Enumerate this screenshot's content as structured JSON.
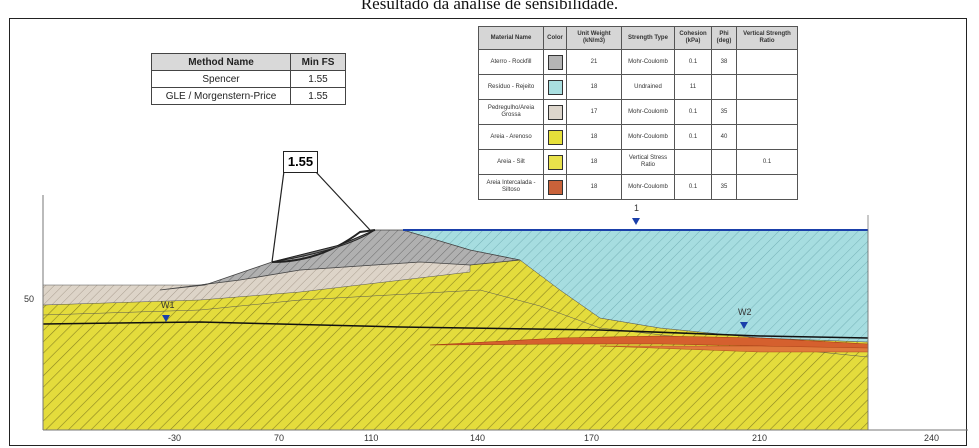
{
  "caption": "Resultado da análise de sensibilidade.",
  "method_table": {
    "headers": [
      "Method Name",
      "Min FS"
    ],
    "rows": [
      [
        "Spencer",
        "1.55"
      ],
      [
        "GLE / Morgenstern-Price",
        "1.55"
      ]
    ]
  },
  "fs_label": "1.55",
  "material_table": {
    "headers": [
      "Material Name",
      "Color",
      "Unit Weight (kN/m3)",
      "Strength Type",
      "Cohesion (kPa)",
      "Phi (deg)",
      "Vertical Strength Ratio"
    ],
    "rows": [
      {
        "name": "Aterro - Rockfill",
        "color": "#b5b5b5",
        "unit_weight": "21",
        "strength": "Mohr-Coulomb",
        "cohesion": "0.1",
        "phi": "38",
        "ratio": ""
      },
      {
        "name": "Resíduo - Rejeito",
        "color": "#a9dfe0",
        "unit_weight": "18",
        "strength": "Undrained",
        "cohesion": "11",
        "phi": "",
        "ratio": ""
      },
      {
        "name": "Pedregulho/Areia Grossa",
        "color": "#ddd6cc",
        "unit_weight": "17",
        "strength": "Mohr-Coulomb",
        "cohesion": "0.1",
        "phi": "35",
        "ratio": ""
      },
      {
        "name": "Areia - Arenoso",
        "color": "#e6e03a",
        "unit_weight": "18",
        "strength": "Mohr-Coulomb",
        "cohesion": "0.1",
        "phi": "40",
        "ratio": ""
      },
      {
        "name": "Areia - Silt",
        "color": "#e8e14b",
        "unit_weight": "18",
        "strength": "Vertical Stress Ratio",
        "cohesion": "",
        "phi": "",
        "ratio": "0.1"
      },
      {
        "name": "Areia Intercalada - Siltoso",
        "color": "#c8623a",
        "unit_weight": "18",
        "strength": "Mohr-Coulomb",
        "cohesion": "0.1",
        "phi": "35",
        "ratio": ""
      }
    ]
  },
  "x_axis": {
    "ticks": [
      "-30",
      "70",
      "110",
      "140",
      "170",
      "210",
      "240"
    ]
  },
  "y_axis": {
    "ticks": [
      "50"
    ]
  },
  "water_markers": [
    "1",
    "W1",
    "W2"
  ],
  "colors": {
    "sand": "#e4dc3c",
    "tailings": "#a6dde0",
    "rockfill": "#b0b0b0",
    "gravel": "#ddd4c8",
    "clay_lens": "#d5602e",
    "water_line": "#1a3faa"
  }
}
